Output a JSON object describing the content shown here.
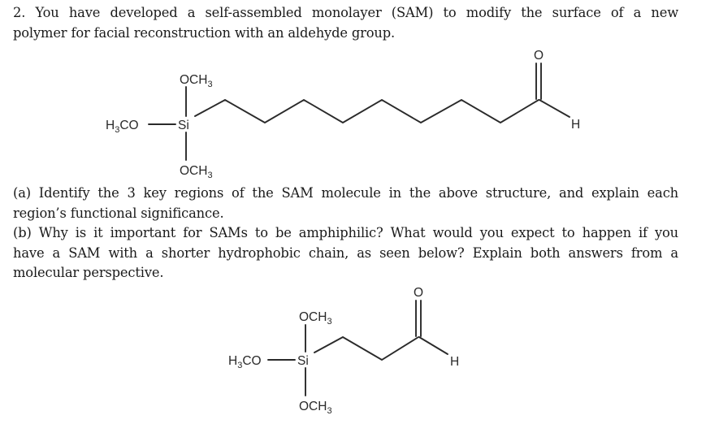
{
  "question": {
    "number": "2.",
    "intro_lines": [
      "2. You have developed a self-assembled monolayer (SAM) to modify the surface of a new",
      "polymer for facial reconstruction with an aldehyde group."
    ],
    "part_a_lines": [
      "(a) Identify the 3 key regions of the SAM molecule in the above structure, and explain each",
      "region’s functional significance."
    ],
    "part_b_lines": [
      "(b) Why is it important for SAMs to be amphiphilic? What would you expect to happen if you",
      "have a SAM with a shorter hydrophobic chain, as seen below? Explain both answers from a",
      "molecular perspective."
    ]
  },
  "structures": {
    "long_chain": {
      "description": "Trimethoxysilane with long alkyl chain terminating in aldehyde",
      "labels": {
        "top_methoxy": "OCH",
        "top_methoxy_sub": "3",
        "left_methoxy_pre": "H",
        "left_methoxy_sub": "3",
        "left_methoxy_post": "CO",
        "silicon": "Si",
        "bottom_methoxy": "OCH",
        "bottom_methoxy_sub": "3",
        "carbonyl_oxygen": "O",
        "aldehyde_hydrogen": "H"
      }
    },
    "short_chain": {
      "description": "Trimethoxysilane with short alkyl chain terminating in aldehyde",
      "labels": {
        "top_methoxy": "OCH",
        "top_methoxy_sub": "3",
        "left_methoxy_pre": "H",
        "left_methoxy_sub": "3",
        "left_methoxy_post": "CO",
        "silicon": "Si",
        "bottom_methoxy": "OCH",
        "bottom_methoxy_sub": "3",
        "carbonyl_oxygen": "O",
        "aldehyde_hydrogen": "H"
      }
    }
  },
  "colors": {
    "text": "#1a1a1a",
    "bonds": "#2a2a2a",
    "background": "#ffffff"
  }
}
